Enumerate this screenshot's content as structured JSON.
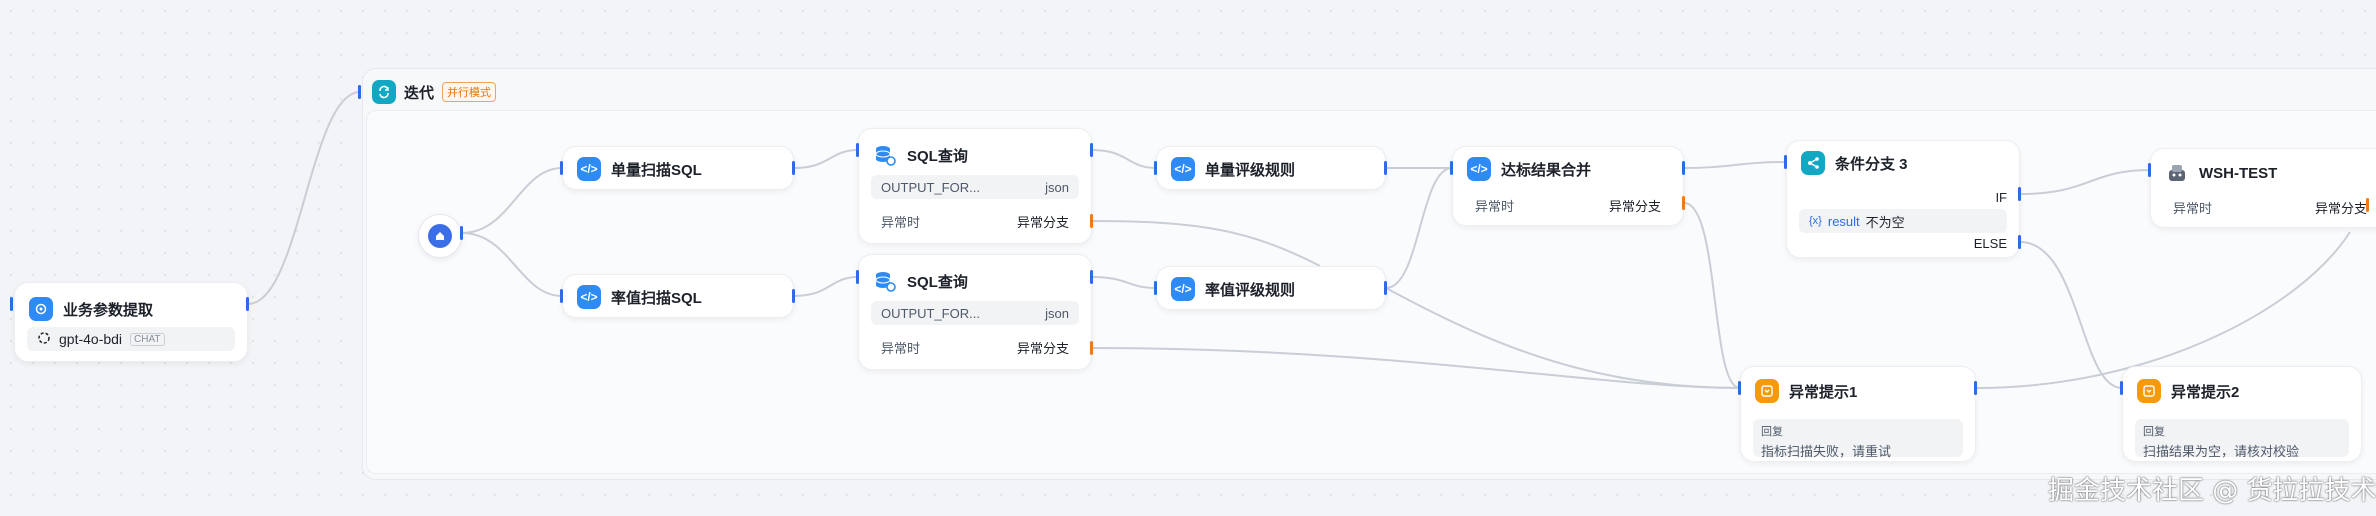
{
  "iteration": {
    "title": "迭代",
    "badge": "并行模式"
  },
  "nodes": {
    "param_extract": {
      "title": "业务参数提取",
      "model": "gpt-4o-bdi",
      "model_tag": "CHAT"
    },
    "scan_single": {
      "title": "单量扫描SQL"
    },
    "scan_rate": {
      "title": "率值扫描SQL"
    },
    "sql_query_1": {
      "title": "SQL查询",
      "output": "OUTPUT_FOR...",
      "output_type": "json",
      "error": "异常时",
      "error_branch": "异常分支"
    },
    "sql_query_2": {
      "title": "SQL查询",
      "output": "OUTPUT_FOR...",
      "output_type": "json",
      "error": "异常时",
      "error_branch": "异常分支"
    },
    "rule_single": {
      "title": "单量评级规则"
    },
    "rule_rate": {
      "title": "率值评级规则"
    },
    "merge": {
      "title": "达标结果合并",
      "error": "异常时",
      "error_branch": "异常分支"
    },
    "condition": {
      "title": "条件分支 3",
      "if_label": "IF",
      "var_symbol": "{x}",
      "var_name": "result",
      "operator": "不为空",
      "else_label": "ELSE"
    },
    "wsh_test": {
      "title": "WSH-TEST",
      "error": "异常时",
      "error_branch": "异常分支"
    },
    "error_tip_1": {
      "title": "异常提示1",
      "reply_label": "回复",
      "reply_text": "指标扫描失败，请重试"
    },
    "error_tip_2": {
      "title": "异常提示2",
      "reply_label": "回复",
      "reply_text": "扫描结果为空，请核对校验"
    }
  },
  "watermark": "掘金技术社区 @ 货拉拉技术",
  "colors": {
    "accent": "#2e8af5",
    "error_handle": "#f07a1a",
    "badge": "#e8740c",
    "edge": "#c9ced6"
  }
}
